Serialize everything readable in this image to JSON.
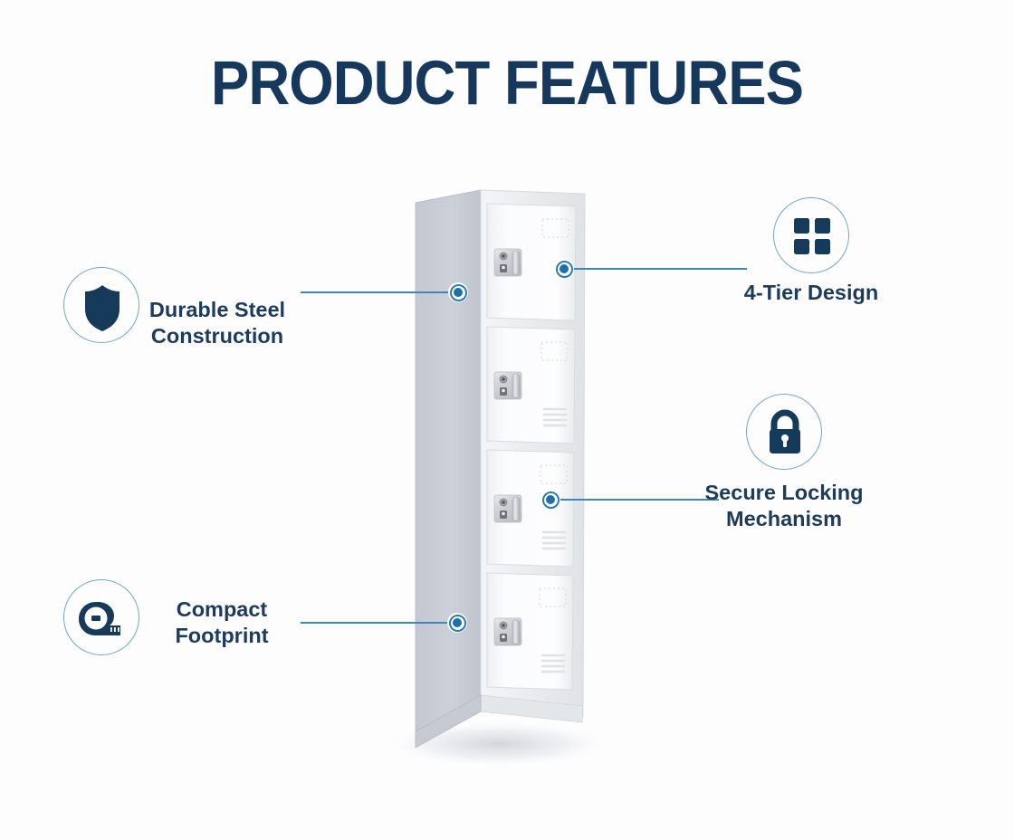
{
  "page": {
    "title": "PRODUCT FEATURES",
    "background_color": "#fdfdfe",
    "accent_color": "#3f87b5",
    "text_color": "#1d3c5c"
  },
  "features": [
    {
      "id": "durable-steel-construction",
      "icon": "shield-icon",
      "label_line1": "Durable Steel",
      "label_line2": "Construction",
      "side": "left",
      "callout_target": "locker-side-panel-upper"
    },
    {
      "id": "compact-footprint",
      "icon": "tape-measure-icon",
      "label_line1": "Compact",
      "label_line2": "Footprint",
      "side": "left",
      "callout_target": "locker-side-panel-lower"
    },
    {
      "id": "4-tier-design",
      "icon": "grid-four-squares-icon",
      "label_line1": "4-Tier Design",
      "label_line2": "",
      "side": "right",
      "callout_target": "locker-door-tier-1"
    },
    {
      "id": "secure-locking-mechanism",
      "icon": "padlock-icon",
      "label_line1": "Secure Locking",
      "label_line2": "Mechanism",
      "side": "right",
      "callout_target": "locker-door-tier-3"
    }
  ],
  "product": {
    "name": "4-tier metal storage locker",
    "tiers": 4,
    "door_color": "#fbfcfd",
    "side_panel_color": "#c9ccd4",
    "lock_plate_color": "#d3d6da",
    "doors": [
      {
        "tier": 1,
        "has_card_holder": true,
        "has_lock": true,
        "has_vents": false
      },
      {
        "tier": 2,
        "has_card_holder": true,
        "has_lock": true,
        "has_vents": true
      },
      {
        "tier": 3,
        "has_card_holder": true,
        "has_lock": true,
        "has_vents": true
      },
      {
        "tier": 4,
        "has_card_holder": true,
        "has_lock": true,
        "has_vents": true
      }
    ]
  }
}
